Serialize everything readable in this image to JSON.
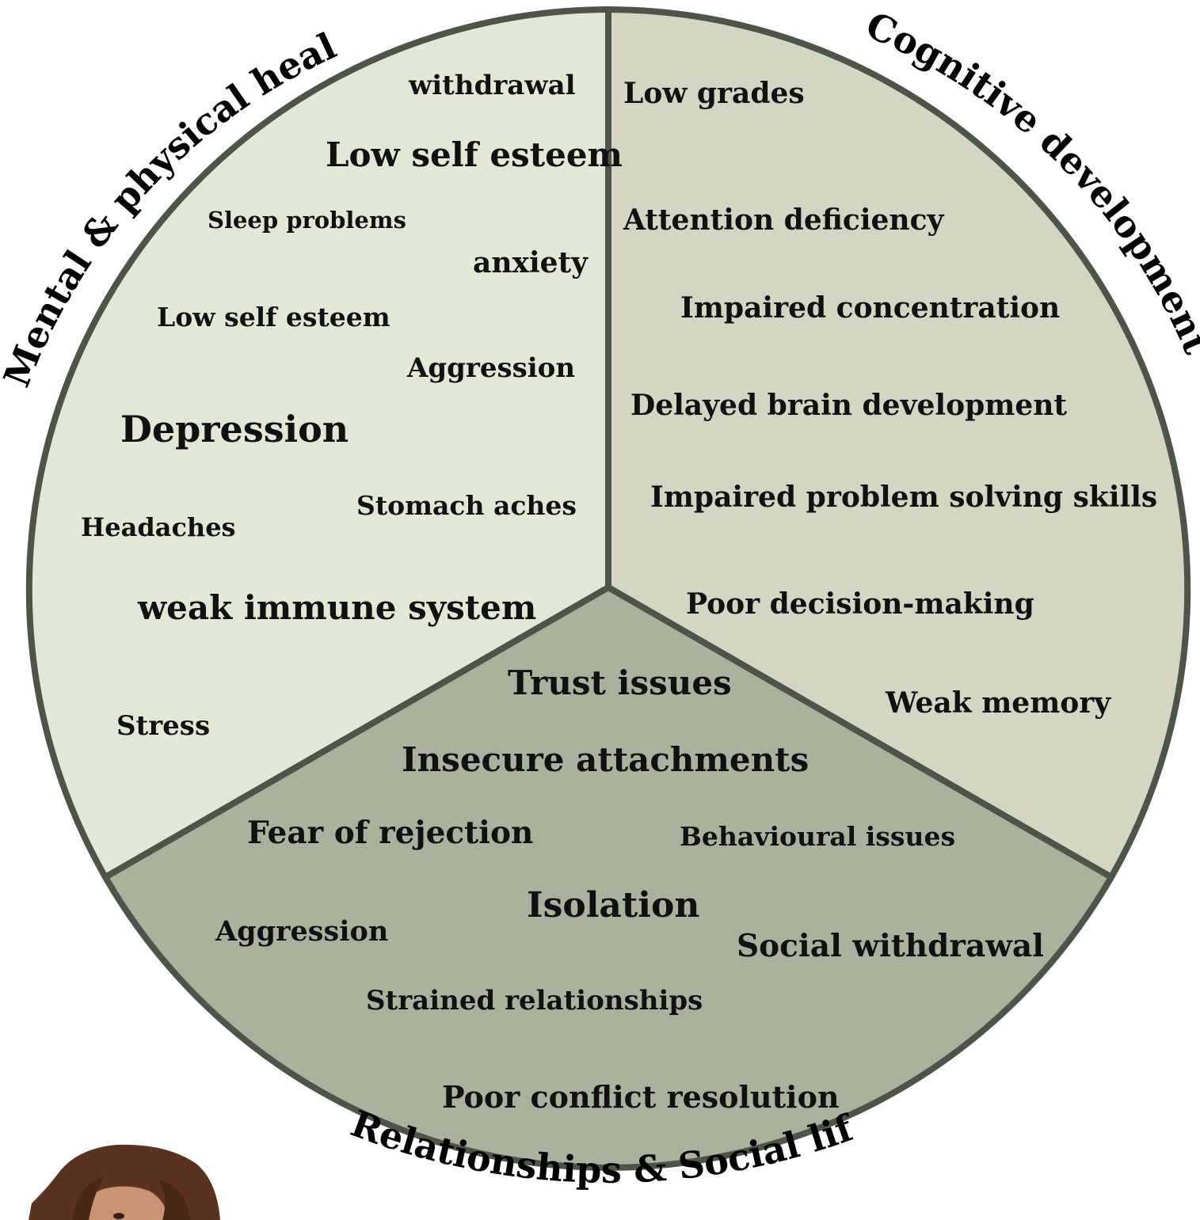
{
  "colors": {
    "mental_physical": "#e1e8d6",
    "cognitive": "#d4d5c3",
    "relationships": "#a9b29c",
    "outline": "#4c5547",
    "text": "#111111"
  },
  "sections": {
    "mental": {
      "title": "Mental & physical health",
      "items": [
        "withdrawal",
        "Low self esteem",
        "Sleep problems",
        "anxiety",
        "Low self esteem",
        "Aggression",
        "Depression",
        "Stomach aches",
        "Headaches",
        "weak immune system",
        "Stress"
      ]
    },
    "cognitive": {
      "title": "Cognitive development",
      "items": [
        "Low grades",
        "Attention deficiency",
        "Impaired concentration",
        "Delayed brain development",
        "Impaired problem solving skills",
        "Poor decision-making",
        "Weak memory"
      ]
    },
    "relationships": {
      "title": "Relationships & Social life",
      "items": [
        "Trust issues",
        "Insecure attachments",
        "Fear of rejection",
        "Behavioural issues",
        "Isolation",
        "Aggression",
        "Social withdrawal",
        "Strained relationships",
        "Poor conflict resolution"
      ]
    }
  },
  "illustration": {
    "icon": "girl-illustration-icon"
  }
}
